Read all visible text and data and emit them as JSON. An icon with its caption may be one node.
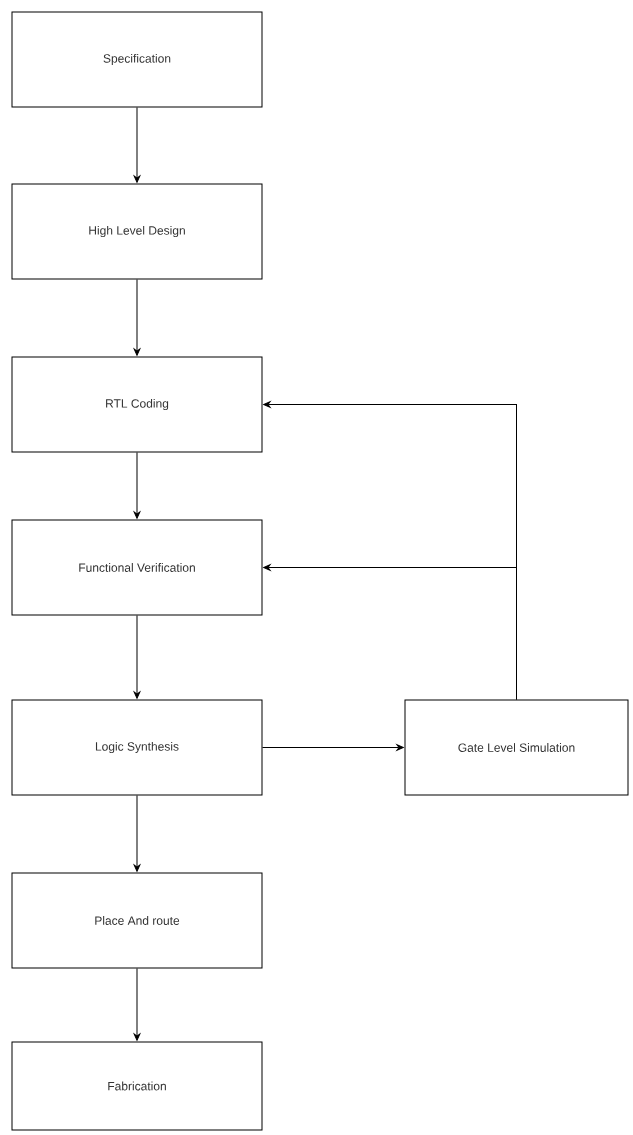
{
  "diagram": {
    "nodes": [
      {
        "text": [
          "Specification"
        ]
      },
      {
        "text": [
          "High Level Design"
        ]
      },
      {
        "text": [
          "RTL Coding"
        ]
      },
      {
        "text": [
          "Functional Verification"
        ]
      },
      {
        "text": [
          "Logic Synthesis"
        ]
      },
      {
        "text": [
          "Gate Level Simulation"
        ]
      },
      {
        "text": [
          "Place And route"
        ]
      },
      {
        "text": [
          "Fabrication"
        ]
      }
    ],
    "edges": [
      {
        "from": 0,
        "to": 1,
        "arrow": "to"
      },
      {
        "from": 1,
        "to": 2,
        "arrow": "to"
      },
      {
        "from": 2,
        "to": 3,
        "arrow": "to"
      },
      {
        "from": 3,
        "to": 4,
        "arrow": "to"
      },
      {
        "from": 4,
        "to": 5,
        "arrow": "to"
      },
      {
        "from": 4,
        "to": 6,
        "arrow": "to"
      },
      {
        "from": 6,
        "to": 7,
        "arrow": "to"
      },
      {
        "from": 5,
        "to": 2,
        "arrow": "to"
      },
      {
        "from": 5,
        "to": 3,
        "arrow": "to"
      }
    ]
  }
}
